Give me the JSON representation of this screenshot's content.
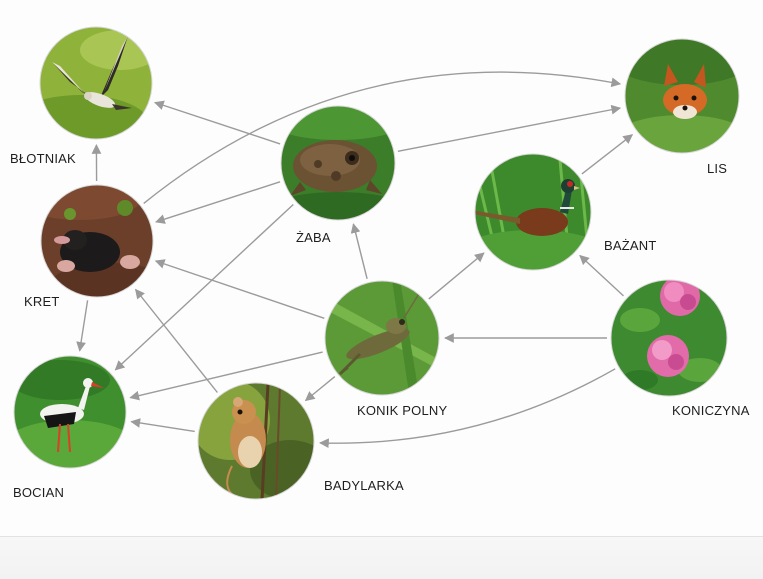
{
  "nodes": {
    "blotniak": {
      "label": "BŁOTNIAK",
      "picture": "harrier-bird"
    },
    "kret": {
      "label": "KRET",
      "picture": "mole"
    },
    "bocian": {
      "label": "BOCIAN",
      "picture": "stork"
    },
    "zaba": {
      "label": "ŻABA",
      "picture": "frog"
    },
    "konik": {
      "label": "KONIK POLNY",
      "picture": "grasshopper"
    },
    "badylarka": {
      "label": "BADYLARKA",
      "picture": "harvest-mouse"
    },
    "bazant": {
      "label": "BAŻANT",
      "picture": "pheasant"
    },
    "lis": {
      "label": "LIS",
      "picture": "fox"
    },
    "koniczyna": {
      "label": "KONICZYNA",
      "picture": "clover"
    }
  },
  "edges": [
    {
      "from": "kret",
      "to": "blotniak"
    },
    {
      "from": "kret",
      "to": "bocian"
    },
    {
      "from": "kret",
      "to": "lis"
    },
    {
      "from": "zaba",
      "to": "blotniak"
    },
    {
      "from": "zaba",
      "to": "kret"
    },
    {
      "from": "zaba",
      "to": "bocian"
    },
    {
      "from": "zaba",
      "to": "lis"
    },
    {
      "from": "konik",
      "to": "zaba"
    },
    {
      "from": "konik",
      "to": "kret"
    },
    {
      "from": "konik",
      "to": "bocian"
    },
    {
      "from": "konik",
      "to": "badylarka"
    },
    {
      "from": "konik",
      "to": "bazant"
    },
    {
      "from": "badylarka",
      "to": "kret"
    },
    {
      "from": "badylarka",
      "to": "bocian"
    },
    {
      "from": "bazant",
      "to": "lis"
    },
    {
      "from": "koniczyna",
      "to": "konik"
    },
    {
      "from": "koniczyna",
      "to": "bazant"
    },
    {
      "from": "koniczyna",
      "to": "badylarka"
    }
  ],
  "colors": {
    "arrow": "#9b9b9b",
    "label": "#1e1e1e"
  }
}
